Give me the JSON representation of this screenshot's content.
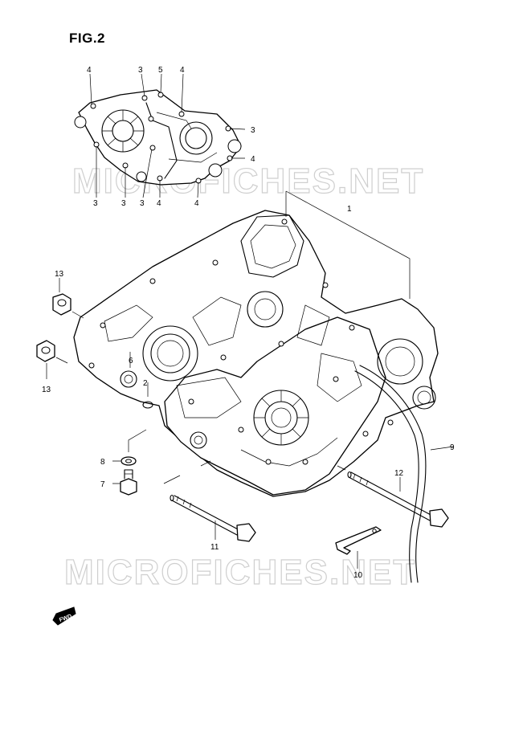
{
  "figure": {
    "title": "FIG.2"
  },
  "watermark": {
    "text": "MICROFICHES.NET"
  },
  "fwd_badge": {
    "text": "FWD"
  },
  "callouts": {
    "inset_top": [
      "4",
      "3",
      "5",
      "4",
      "3",
      "4"
    ],
    "inset_bottom": [
      "3",
      "3",
      "3",
      "4",
      "4"
    ],
    "main": {
      "c1": "1",
      "c2": "2",
      "c6": "6",
      "c7": "7",
      "c8": "8",
      "c9": "9",
      "c10": "10",
      "c11": "11",
      "c12": "12",
      "c13a": "13",
      "c13b": "13"
    }
  }
}
